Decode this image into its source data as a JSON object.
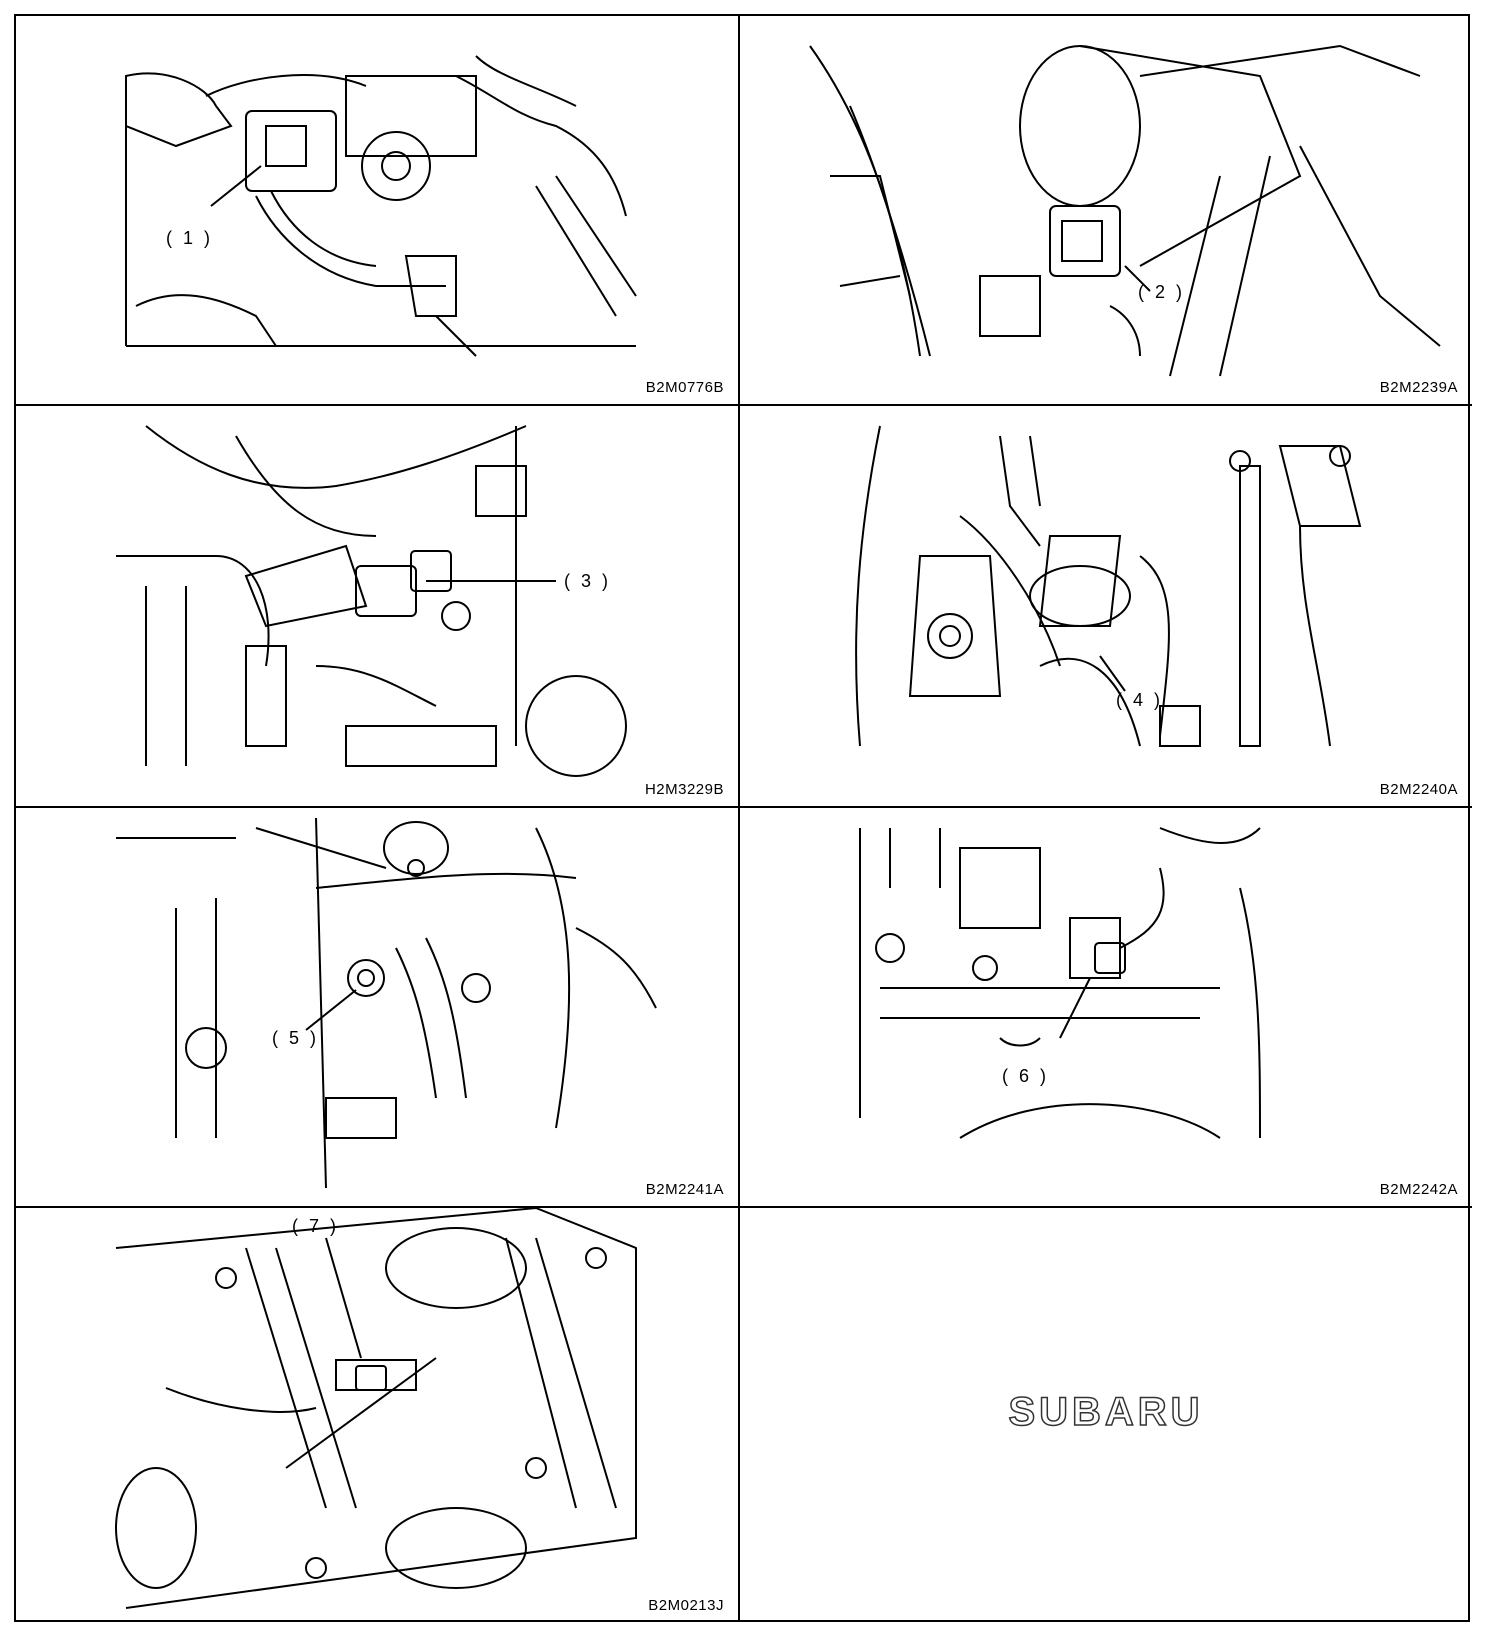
{
  "panels": [
    {
      "callout": "( 1 )",
      "code": "B2M0776B"
    },
    {
      "callout": "( 2 )",
      "code": "B2M2239A"
    },
    {
      "callout": "( 3 )",
      "code": "H2M3229B"
    },
    {
      "callout": "( 4 )",
      "code": "B2M2240A"
    },
    {
      "callout": "( 5 )",
      "code": "B2M2241A"
    },
    {
      "callout": "( 6 )",
      "code": "B2M2242A"
    },
    {
      "callout": "( 7 )",
      "code": "B2M0213J"
    }
  ],
  "logo": "SUBARU"
}
